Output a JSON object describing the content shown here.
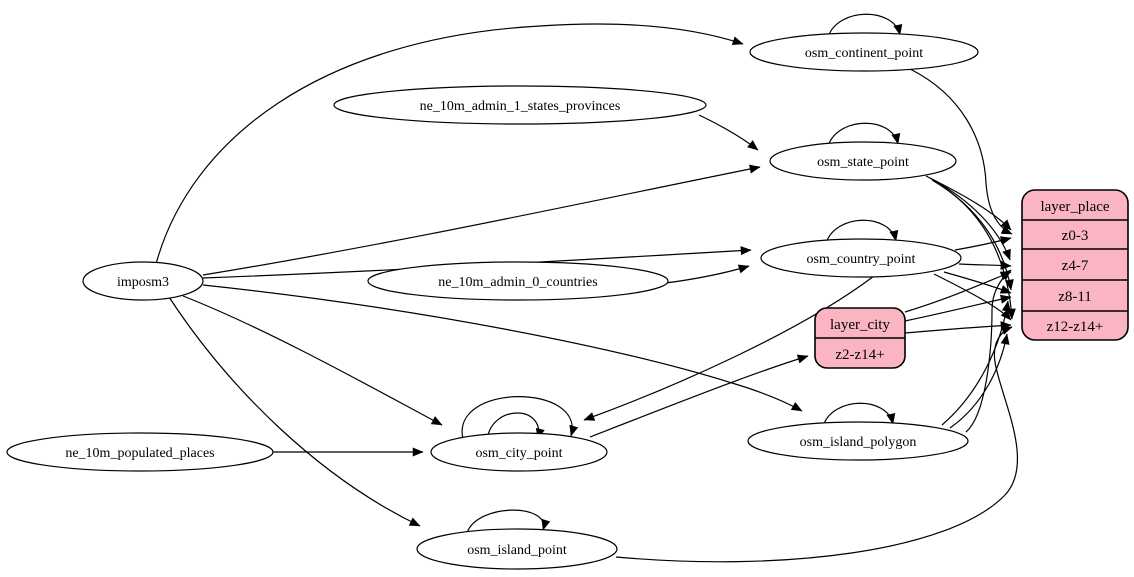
{
  "diagram": {
    "type": "etl-dataflow-graph",
    "colors": {
      "background": "#ffffff",
      "table_node_fill": "#ffffff",
      "layer_record_fill": "#fbb5c2",
      "stroke": "#000000"
    },
    "nodes": {
      "imposm3": {
        "label": "imposm3",
        "shape": "ellipse"
      },
      "ne_10m_admin_1_states_provinces": {
        "label": "ne_10m_admin_1_states_provinces",
        "shape": "ellipse"
      },
      "ne_10m_admin_0_countries": {
        "label": "ne_10m_admin_0_countries",
        "shape": "ellipse"
      },
      "ne_10m_populated_places": {
        "label": "ne_10m_populated_places",
        "shape": "ellipse"
      },
      "osm_continent_point": {
        "label": "osm_continent_point",
        "shape": "ellipse"
      },
      "osm_state_point": {
        "label": "osm_state_point",
        "shape": "ellipse"
      },
      "osm_country_point": {
        "label": "osm_country_point",
        "shape": "ellipse"
      },
      "osm_city_point": {
        "label": "osm_city_point",
        "shape": "ellipse"
      },
      "osm_island_polygon": {
        "label": "osm_island_polygon",
        "shape": "ellipse"
      },
      "osm_island_point": {
        "label": "osm_island_point",
        "shape": "ellipse"
      }
    },
    "records": {
      "layer_city": {
        "title": "layer_city",
        "rows": [
          "z2-z14+"
        ]
      },
      "layer_place": {
        "title": "layer_place",
        "rows": [
          "z0-3",
          "z4-7",
          "z8-11",
          "z12-z14+"
        ]
      }
    },
    "edges": [
      {
        "from": "imposm3",
        "to": "osm_continent_point"
      },
      {
        "from": "imposm3",
        "to": "osm_state_point"
      },
      {
        "from": "imposm3",
        "to": "osm_country_point"
      },
      {
        "from": "imposm3",
        "to": "osm_city_point"
      },
      {
        "from": "imposm3",
        "to": "osm_island_polygon"
      },
      {
        "from": "imposm3",
        "to": "osm_island_point"
      },
      {
        "from": "ne_10m_admin_1_states_provinces",
        "to": "osm_state_point"
      },
      {
        "from": "ne_10m_admin_0_countries",
        "to": "osm_country_point"
      },
      {
        "from": "ne_10m_populated_places",
        "to": "osm_city_point"
      },
      {
        "from": "osm_continent_point",
        "to": "osm_continent_point"
      },
      {
        "from": "osm_state_point",
        "to": "osm_state_point"
      },
      {
        "from": "osm_country_point",
        "to": "osm_country_point"
      },
      {
        "from": "osm_city_point",
        "to": "osm_city_point"
      },
      {
        "from": "osm_city_point",
        "to": "osm_city_point"
      },
      {
        "from": "osm_island_polygon",
        "to": "osm_island_polygon"
      },
      {
        "from": "osm_island_point",
        "to": "osm_island_point"
      },
      {
        "from": "osm_country_point",
        "to": "osm_city_point"
      },
      {
        "from": "osm_city_point",
        "to": "layer_city:z2-z14+"
      },
      {
        "from": "osm_continent_point",
        "to": "layer_place:z0-3"
      },
      {
        "from": "osm_state_point",
        "to": "layer_place:z0-3"
      },
      {
        "from": "osm_state_point",
        "to": "layer_place:z4-7"
      },
      {
        "from": "osm_state_point",
        "to": "layer_place:z8-11"
      },
      {
        "from": "osm_state_point",
        "to": "layer_place:z12-z14+"
      },
      {
        "from": "osm_country_point",
        "to": "layer_place:z0-3"
      },
      {
        "from": "osm_country_point",
        "to": "layer_place:z4-7"
      },
      {
        "from": "osm_country_point",
        "to": "layer_place:z8-11"
      },
      {
        "from": "osm_country_point",
        "to": "layer_place:z12-z14+"
      },
      {
        "from": "layer_city:z2-z14+",
        "to": "layer_place:z4-7"
      },
      {
        "from": "layer_city:z2-z14+",
        "to": "layer_place:z8-11"
      },
      {
        "from": "layer_city:z2-z14+",
        "to": "layer_place:z12-z14+"
      },
      {
        "from": "osm_island_polygon",
        "to": "layer_place:z4-7"
      },
      {
        "from": "osm_island_polygon",
        "to": "layer_place:z8-11"
      },
      {
        "from": "osm_island_polygon",
        "to": "layer_place:z12-z14+"
      },
      {
        "from": "osm_island_point",
        "to": "layer_place:z12-z14+"
      }
    ]
  }
}
